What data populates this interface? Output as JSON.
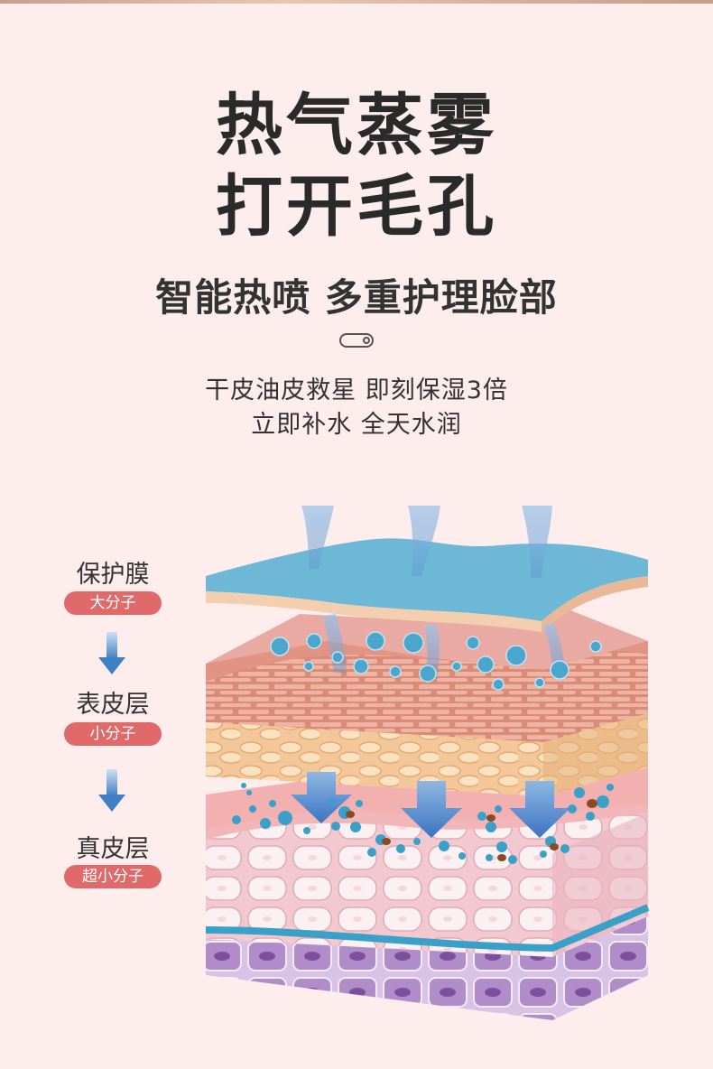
{
  "title": {
    "line1": "热气蒸雾",
    "line2": "打开毛孔"
  },
  "subtitle": "智能热喷 多重护理脸部",
  "description": {
    "line1": "干皮油皮救星 即刻保湿3倍",
    "line2": "立即补水 全天水润"
  },
  "layers": [
    {
      "name": "保护膜",
      "tag": "大分子"
    },
    {
      "name": "表皮层",
      "tag": "小分子"
    },
    {
      "name": "真皮层",
      "tag": "超小分子"
    }
  ],
  "colors": {
    "background": "#fdeded",
    "tag_pill": "#e06a6a",
    "arrow_blue": "#4a84c8",
    "membrane": "#6cb8d6",
    "water_drop": "#4aa6cc"
  },
  "icons": [
    "toggle-icon",
    "down-arrow-icon"
  ]
}
